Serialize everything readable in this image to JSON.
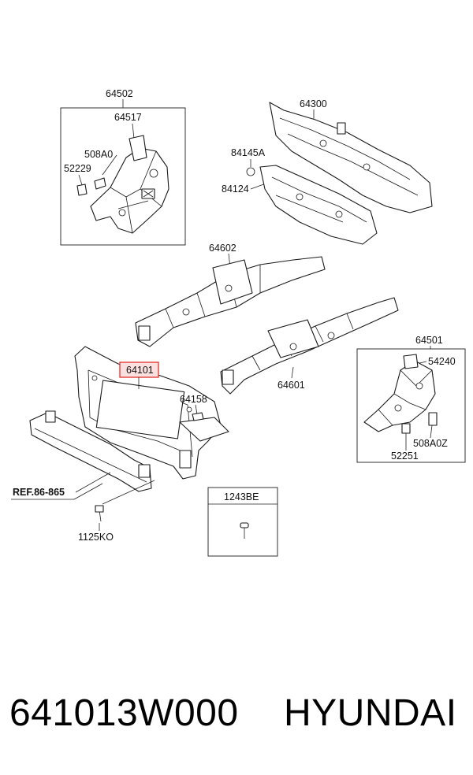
{
  "diagram": {
    "labels": {
      "box_64502": "64502",
      "p_64517": "64517",
      "p_508A0": "508A0",
      "p_52229": "52229",
      "p_64300": "64300",
      "p_84145A": "84145A",
      "p_84124": "84124",
      "p_64602": "64602",
      "p_64101": "64101",
      "p_64158": "64158",
      "p_64601": "64601",
      "box_64501": "64501",
      "p_54240": "54240",
      "p_508A0Z": "508A0Z",
      "p_52251": "52251",
      "ref": "REF.86-865",
      "p_1243BE": "1243BE",
      "p_1125KO": "1125KO"
    },
    "highlight_color": "#e0302a",
    "highlight_fill": "#fbe0df"
  },
  "caption": {
    "part_number": "641013W000",
    "brand": "HYUNDAI"
  }
}
